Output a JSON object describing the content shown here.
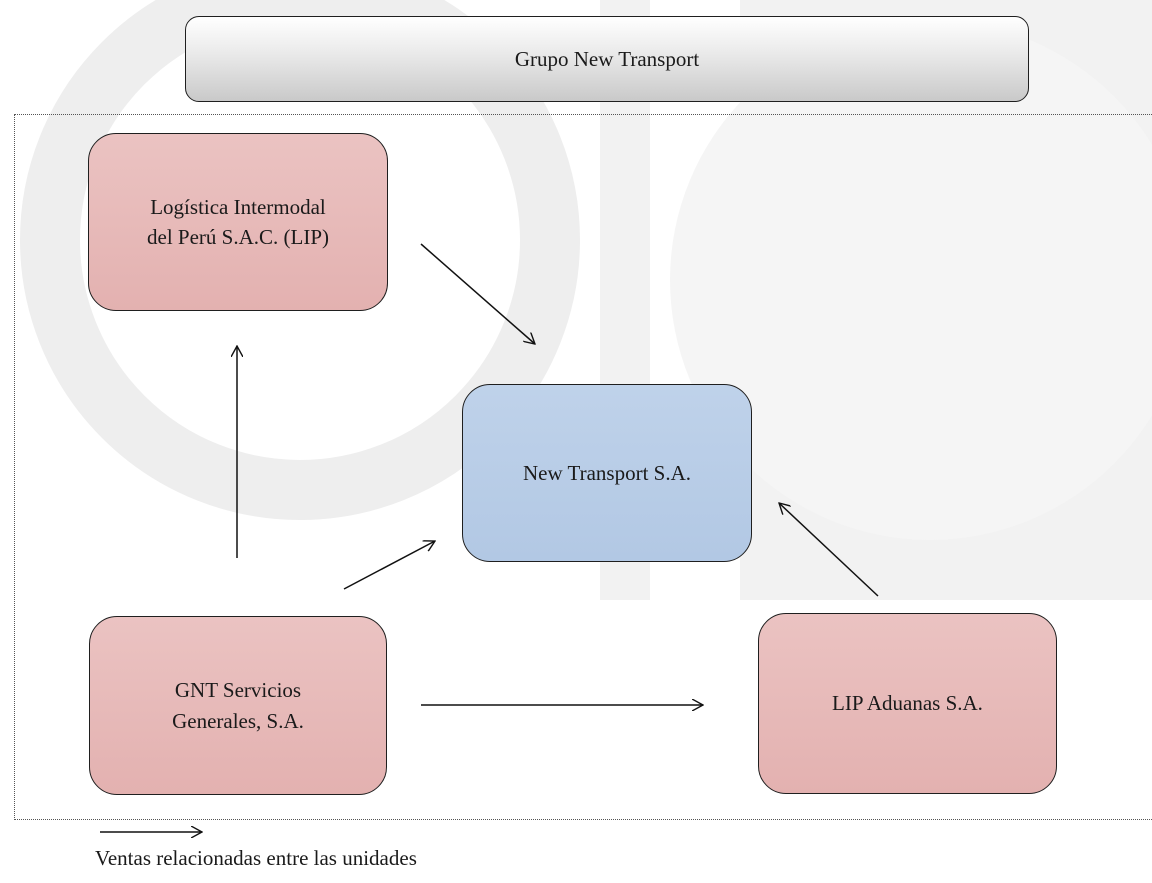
{
  "title": "Grupo  New Transport",
  "nodes": {
    "lip": "Logística  Intermodal\ndel Perú S.A.C. (LIP)",
    "new_transport": "New Transport  S.A.",
    "gnt": "GNT Servicios\nGenerales,  S.A.",
    "lip_aduanas": "LIP Aduanas  S.A."
  },
  "edges": [
    {
      "from": "lip",
      "to": "new_transport"
    },
    {
      "from": "gnt",
      "to": "lip"
    },
    {
      "from": "gnt",
      "to": "new_transport"
    },
    {
      "from": "gnt",
      "to": "lip_aduanas"
    },
    {
      "from": "lip_aduanas",
      "to": "new_transport"
    }
  ],
  "legend": {
    "label": "Ventas relacionadas  entre las unidades"
  },
  "colors": {
    "subsidiary_fill": "#e6b8b7",
    "core_fill": "#b8cce4",
    "header_fill": "#d9d9d9"
  }
}
